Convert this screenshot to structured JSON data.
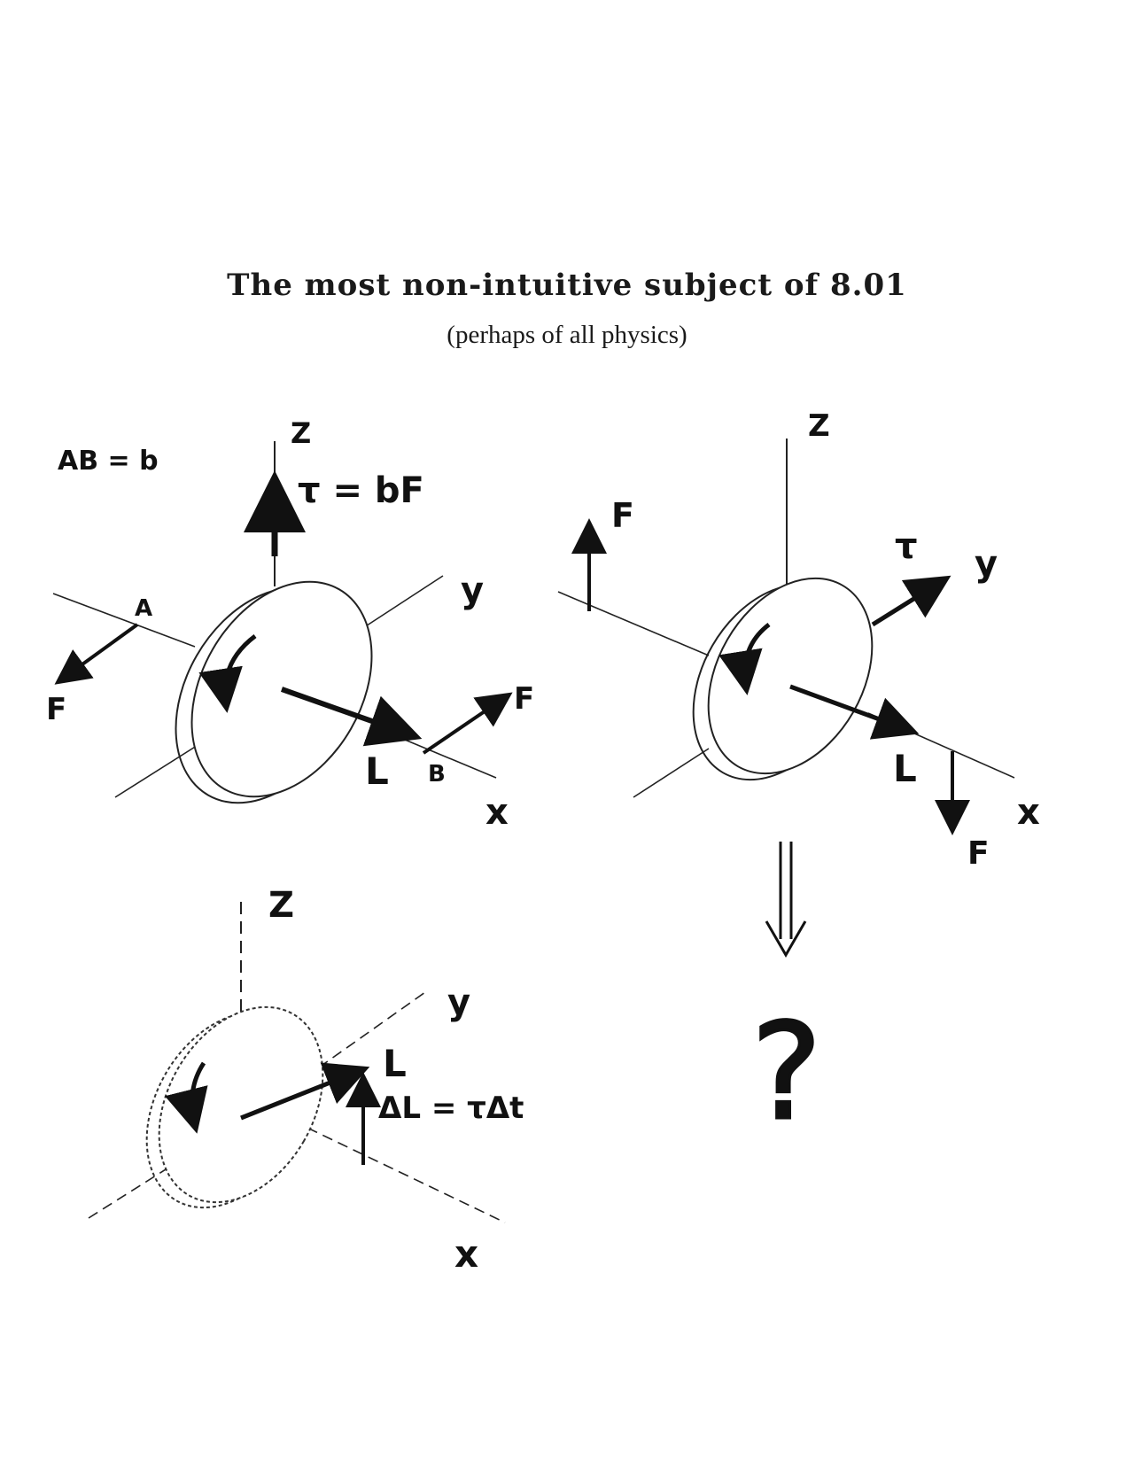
{
  "title": "The most non-intuitive subject of 8.01",
  "subtitle": "(perhaps of all physics)",
  "diagram1": {
    "relation": "AB = b",
    "z": "Z",
    "y": "y",
    "x": "x",
    "torque": "τ = bF",
    "point_a": "A",
    "point_b": "B",
    "force_left": "F",
    "force_right": "F",
    "ang_mom": "L"
  },
  "diagram2": {
    "z": "Z",
    "y": "y",
    "x": "x",
    "torque": "τ",
    "force_up": "F",
    "force_down": "F",
    "ang_mom": "L",
    "question": "?"
  },
  "diagram3": {
    "z": "Z",
    "y": "y",
    "x": "x",
    "ang_mom": "L",
    "delta": "ΔL = τΔt"
  }
}
